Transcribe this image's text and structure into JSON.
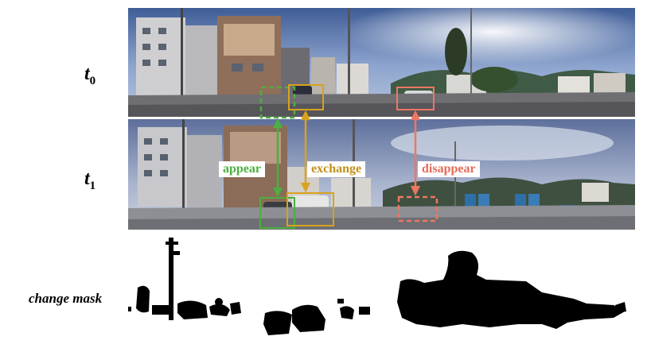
{
  "labels": {
    "t0_base": "t",
    "t0_sub": "0",
    "t1_base": "t",
    "t1_sub": "1",
    "change_mask": "change mask"
  },
  "annotations": {
    "appear": "appear",
    "exchange": "exchange",
    "disappear": "disappear"
  },
  "colors": {
    "appear": "#4caf3f",
    "exchange": "#d8a21e",
    "disappear": "#ee7763"
  }
}
